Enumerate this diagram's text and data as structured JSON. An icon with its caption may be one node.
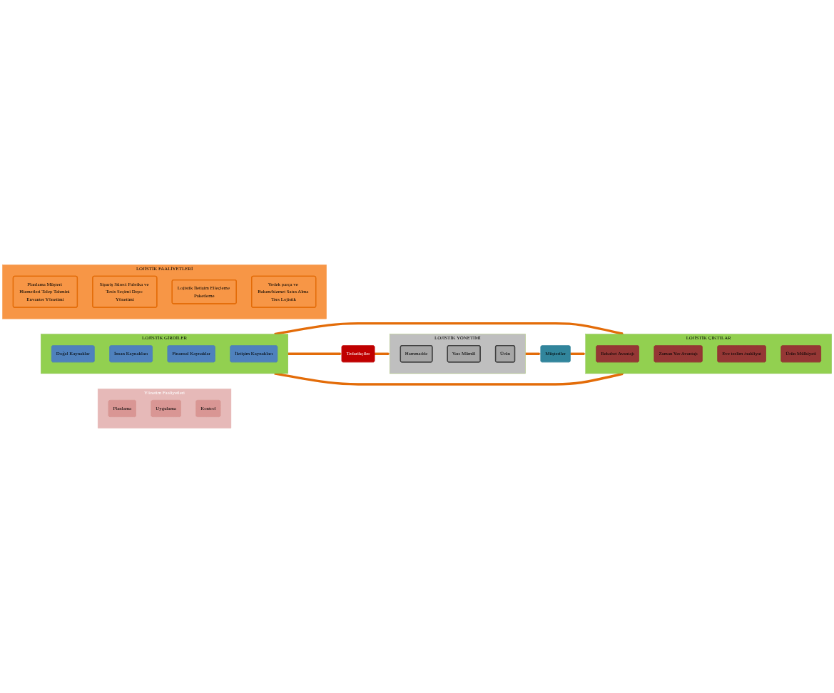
{
  "diagram": {
    "nodes": [
      {
        "text": [
          "Yönetim Faaliyetleri"
        ]
      },
      {
        "text": [
          "Planlama"
        ],
        "in": 0
      },
      {
        "text": [
          "Uygulama"
        ],
        "in": 0
      },
      {
        "text": [
          "Kontrol"
        ],
        "in": 0
      },
      {
        "text": [
          "LOJİSTİK GİRDİLER"
        ]
      },
      {
        "text": [
          "Doğal Kaynaklar"
        ],
        "in": 4
      },
      {
        "text": [
          "İnsan Kaynakları"
        ],
        "in": 4
      },
      {
        "text": [
          "Finansal Kaynaklar"
        ],
        "in": 4
      },
      {
        "text": [
          "İletişim Kaynakları"
        ],
        "in": 4
      },
      {
        "text": [
          "Tedarikçiler"
        ]
      },
      {
        "text": [
          "LOJİSTİK YÖNETİMİ"
        ]
      },
      {
        "text": [
          "Hammadde"
        ],
        "in": 10
      },
      {
        "text": [
          "Yarı Mâmûl"
        ],
        "in": 10
      },
      {
        "text": [
          "Ürün"
        ],
        "in": 10
      },
      {
        "text": [
          "Müşteriler"
        ]
      },
      {
        "text": [
          "LOJİSTİK ÇIKTILAR"
        ]
      },
      {
        "text": [
          "Rekabet Avantajı"
        ],
        "in": 15
      },
      {
        "text": [
          "Zaman Yer Avantajı"
        ],
        "in": 15
      },
      {
        "text": [
          "Eve teslim /nakliyat"
        ],
        "in": 15
      },
      {
        "text": [
          "Ürün Mülkiyeti"
        ],
        "in": 15
      },
      {
        "text": [
          "LOJİSTİK FAALİYETLERİ"
        ]
      },
      {
        "text": [
          "Planlama Müşteri Hizmetleri Talep Tahmini Envanter Yönetimi"
        ],
        "in": 20
      },
      {
        "text": [
          "Sipariş Süreci Fabrika ve Tesis Seçimi Depo Yönetimi"
        ],
        "in": 20
      },
      {
        "text": [
          "Lojistik İletişim Elleçleme Paketleme"
        ],
        "in": 20
      },
      {
        "text": [
          "Yedek parça ve Bakım/hizmet Satın Alma Ters Lojistik"
        ],
        "in": 20
      }
    ],
    "edges": [
      {
        "from": 4,
        "to": 15,
        "arrow": "to"
      },
      {
        "from": 4,
        "to": 9,
        "arrow": "to"
      },
      {
        "from": 9,
        "to": 10,
        "arrow": "to"
      },
      {
        "from": 10,
        "to": 14,
        "arrow": "to"
      },
      {
        "from": 14,
        "to": 15,
        "arrow": "to"
      },
      {
        "from": 4,
        "to": 15,
        "arrow": "to"
      }
    ]
  }
}
